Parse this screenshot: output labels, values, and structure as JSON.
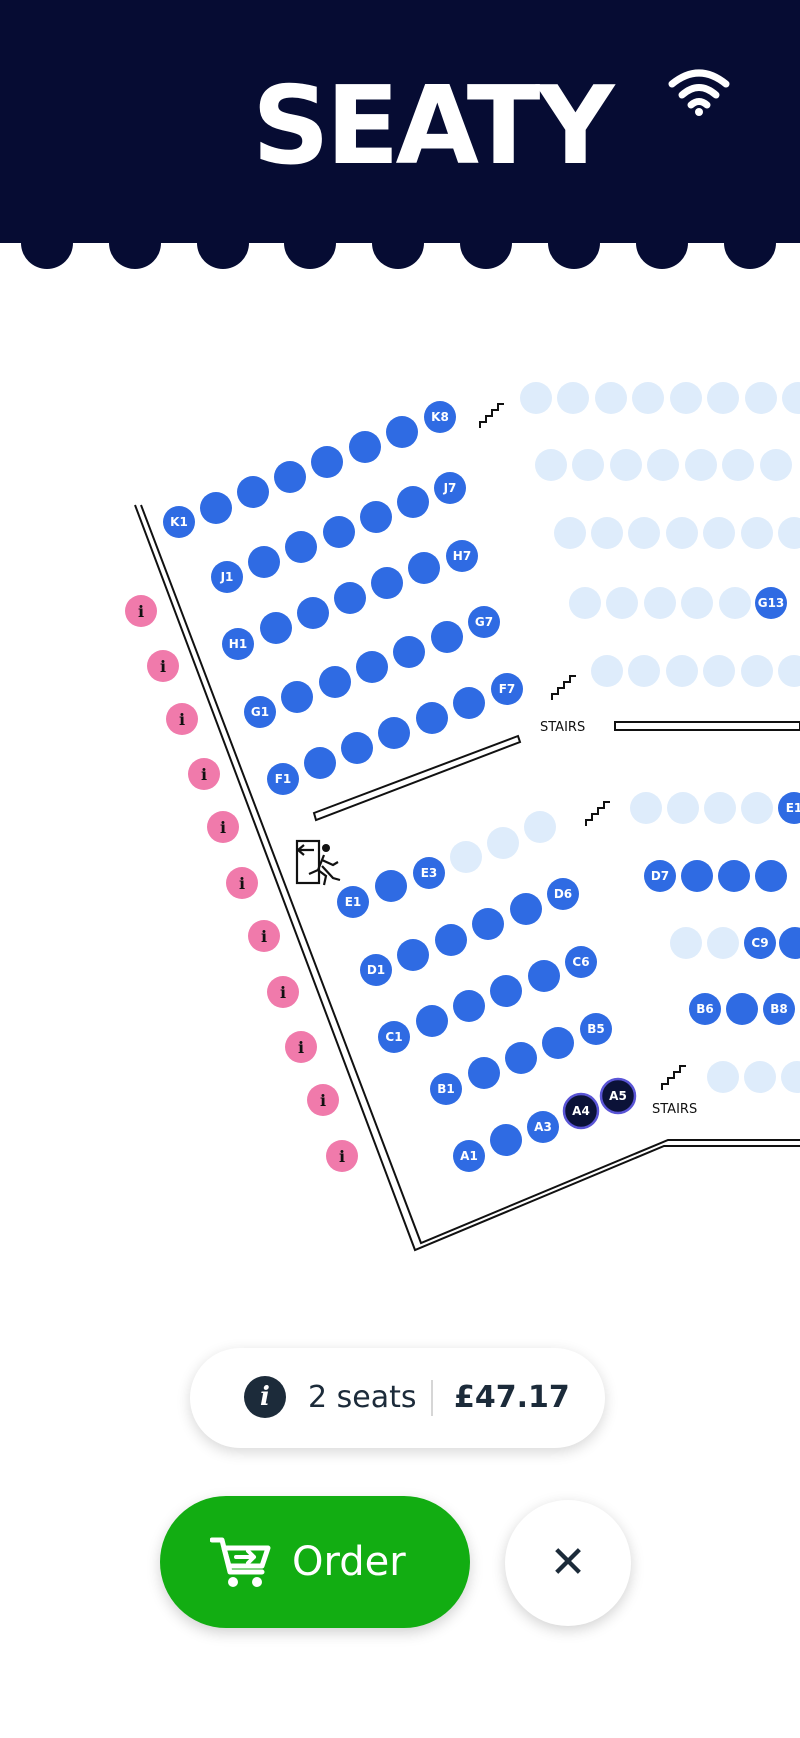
{
  "app": {
    "brand": "SEATY"
  },
  "header": {
    "logo_text": "SEATY",
    "status_icon": "wifi-icon"
  },
  "colors": {
    "header_bg": "#060c33",
    "seat_available": "#2f6be3",
    "seat_unavailable": "#deecfb",
    "seat_selected": "#0b1238",
    "info_marker": "#f07aab",
    "order_button": "#12ad12"
  },
  "map": {
    "seat_labels": {
      "k1": "K1",
      "k8": "K8",
      "j1": "J1",
      "j7": "J7",
      "h1": "H1",
      "h7": "H7",
      "g1": "G1",
      "g7": "G7",
      "f1": "F1",
      "f7": "F7",
      "g13": "G13",
      "e1_right": "E1",
      "e1": "E1",
      "e3": "E3",
      "d1": "D1",
      "d6": "D6",
      "c1": "C1",
      "c6": "C6",
      "b1": "B1",
      "b5": "B5",
      "a1": "A1",
      "a3": "A3",
      "a4": "A4",
      "a5": "A5",
      "d7": "D7",
      "c9": "C9",
      "b6": "B6",
      "b8": "B8"
    },
    "stairs_labels": [
      "STAIRS",
      "STAIRS"
    ],
    "info_marker_glyph": "i",
    "exit_icon": "emergency-exit-icon"
  },
  "summary": {
    "icon": "info-icon",
    "icon_glyph": "i",
    "seats_text": "2 seats",
    "price": "£47.17"
  },
  "actions": {
    "order_label": "Order",
    "order_icon": "cart-arrow-icon",
    "close_glyph": "✕",
    "close_icon": "close-icon"
  }
}
